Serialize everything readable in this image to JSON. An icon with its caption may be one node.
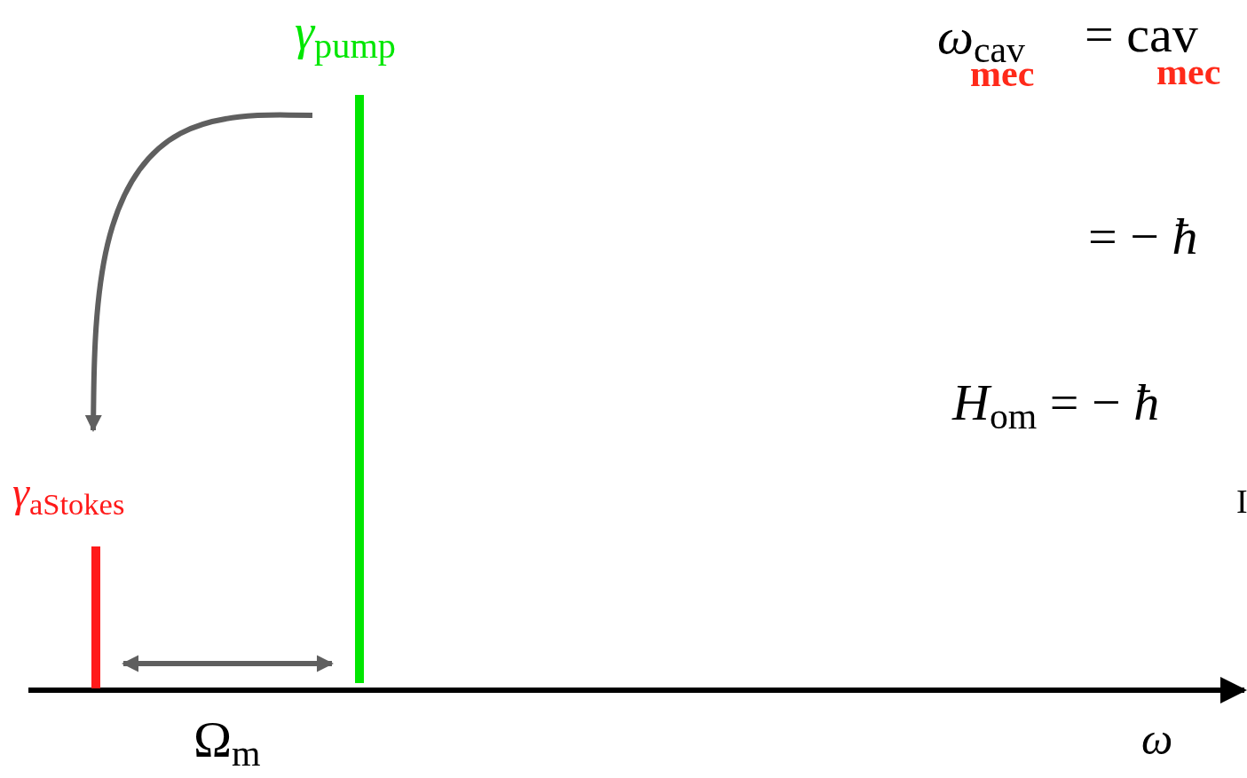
{
  "diagram": {
    "nodes": [
      {
        "text": [
          "*γ*$_{pump}$"
        ]
      },
      {
        "text": [
          "*γ*$_{aStokes}$"
        ]
      }
    ],
    "edges": [
      {
        "from": 0,
        "to": 1,
        "arrow": "to"
      },
      {
        "from": 1,
        "to": 0,
        "arrow": "both"
      }
    ],
    "labels": [
      "*ω*$_{cav}$",
      "mec",
      "= cav",
      "mec",
      "= − *ħ*",
      "*H*$_{om}$ = − *ħ*",
      "I",
      "Ω$_{m}$",
      "ω"
    ]
  }
}
